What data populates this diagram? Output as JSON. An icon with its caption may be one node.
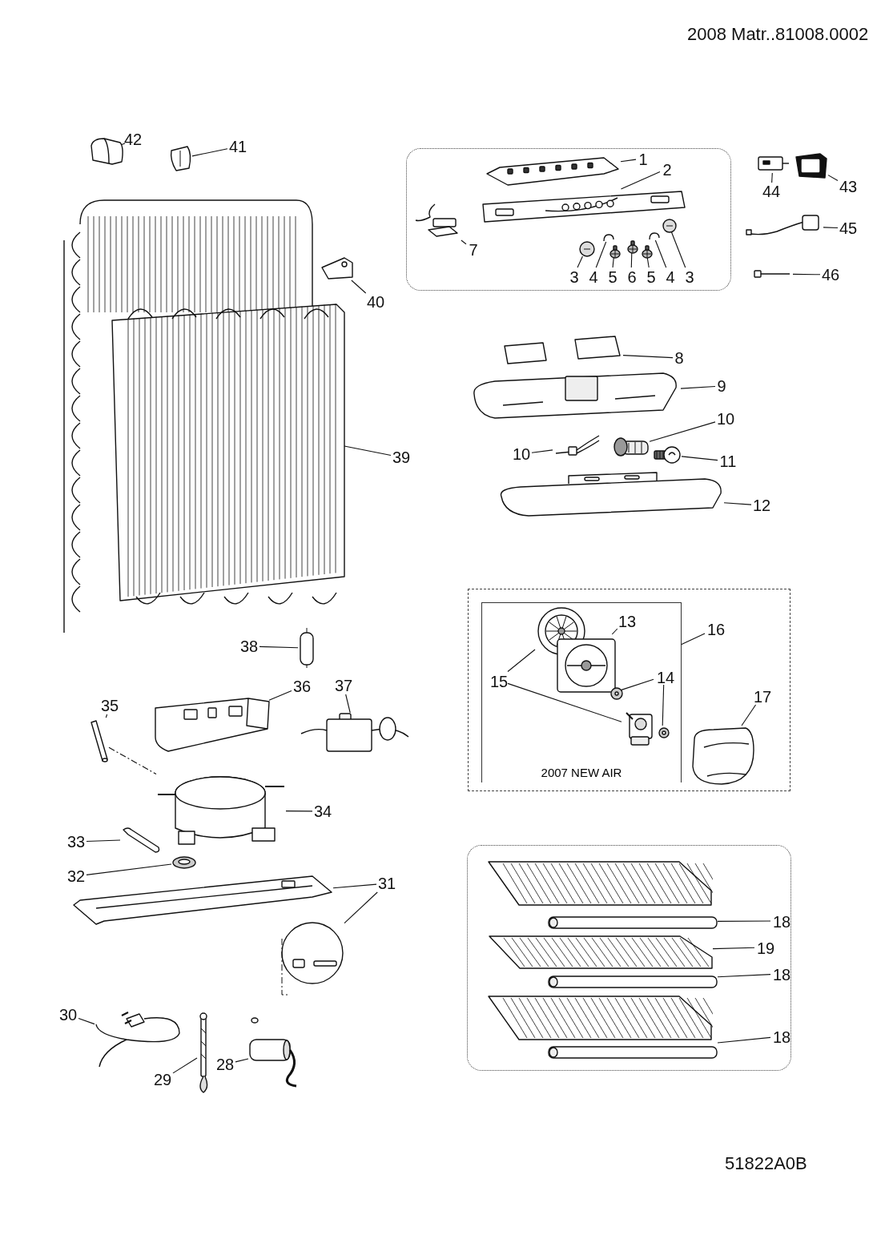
{
  "diagram": {
    "nodes": [
      {
        "text": [
          "42"
        ]
      },
      {
        "text": [],
        "shape": "picture"
      },
      {
        "text": [
          "41"
        ]
      },
      {
        "text": [],
        "shape": "picture"
      },
      {
        "text": [],
        "shape": "box"
      },
      {
        "text": [
          "1"
        ],
        "in": 4
      },
      {
        "text": [],
        "shape": "picture",
        "in": 4
      },
      {
        "text": [
          "2"
        ],
        "in": 4
      },
      {
        "text": [],
        "shape": "picture",
        "in": 4
      },
      {
        "text": [],
        "shape": "picture",
        "in": 4
      },
      {
        "text": [
          "7"
        ],
        "in": 4
      },
      {
        "text": [],
        "shape": "picture",
        "in": 4
      },
      {
        "text": [],
        "shape": "picture",
        "in": 4
      },
      {
        "text": [],
        "shape": "picture",
        "in": 4
      },
      {
        "text": [],
        "shape": "picture",
        "in": 4
      },
      {
        "text": [],
        "shape": "picture",
        "in": 4
      },
      {
        "text": [],
        "shape": "picture",
        "in": 4
      },
      {
        "text": [],
        "shape": "picture",
        "in": 4
      },
      {
        "text": [
          "3"
        ],
        "in": 4
      },
      {
        "text": [
          "4"
        ],
        "in": 4
      },
      {
        "text": [
          "5"
        ],
        "in": 4
      },
      {
        "text": [
          "6"
        ],
        "in": 4
      },
      {
        "text": [
          "5"
        ],
        "in": 4
      },
      {
        "text": [
          "4"
        ],
        "in": 4
      },
      {
        "text": [
          "3"
        ],
        "in": 4
      },
      {
        "text": [],
        "shape": "picture"
      },
      {
        "text": [],
        "shape": "picture"
      },
      {
        "text": [
          "44"
        ]
      },
      {
        "text": [
          "43"
        ]
      },
      {
        "text": [],
        "shape": "picture"
      },
      {
        "text": [
          "45"
        ]
      },
      {
        "text": [],
        "shape": "picture"
      },
      {
        "text": [
          "46"
        ]
      },
      {
        "text": [],
        "shape": "picture"
      },
      {
        "text": [
          "40"
        ]
      },
      {
        "text": [],
        "shape": "picture"
      },
      {
        "text": [
          "39"
        ]
      },
      {
        "text": [],
        "shape": "picture"
      },
      {
        "text": [
          "8"
        ]
      },
      {
        "text": [],
        "shape": "picture"
      },
      {
        "text": [
          "9"
        ]
      },
      {
        "text": [],
        "shape": "picture"
      },
      {
        "text": [
          "10"
        ]
      },
      {
        "text": [],
        "shape": "picture"
      },
      {
        "text": [
          "10"
        ]
      },
      {
        "text": [],
        "shape": "picture"
      },
      {
        "text": [
          "11"
        ]
      },
      {
        "text": [],
        "shape": "picture"
      },
      {
        "text": [
          "12"
        ]
      },
      {
        "text": [
          "38"
        ]
      },
      {
        "text": [],
        "shape": "picture"
      },
      {
        "text": [],
        "shape": "box"
      },
      {
        "text": [
          "2007 NEW AIR"
        ],
        "in": 51
      },
      {
        "text": [
          "16"
        ],
        "in": 51
      },
      {
        "text": [],
        "shape": "picture",
        "in": 52
      },
      {
        "text": [
          "13"
        ],
        "in": 52
      },
      {
        "text": [],
        "shape": "picture",
        "in": 52
      },
      {
        "text": [
          "15"
        ],
        "in": 52
      },
      {
        "text": [
          "14"
        ],
        "in": 52
      },
      {
        "text": [],
        "shape": "picture",
        "in": 52
      },
      {
        "text": [],
        "shape": "picture",
        "in": 52
      },
      {
        "text": [],
        "shape": "picture",
        "in": 52
      },
      {
        "text": [
          "17"
        ],
        "in": 51
      },
      {
        "text": [],
        "shape": "picture",
        "in": 51
      },
      {
        "text": [
          "36"
        ]
      },
      {
        "text": [],
        "shape": "picture"
      },
      {
        "text": [
          "35"
        ]
      },
      {
        "text": [],
        "shape": "picture"
      },
      {
        "text": [
          "37"
        ]
      },
      {
        "text": [],
        "shape": "picture"
      },
      {
        "text": [],
        "shape": "picture"
      },
      {
        "text": [
          "34"
        ]
      },
      {
        "text": [
          "33"
        ]
      },
      {
        "text": [],
        "shape": "picture"
      },
      {
        "text": [
          "32"
        ]
      },
      {
        "text": [],
        "shape": "picture"
      },
      {
        "text": [],
        "shape": "picture"
      },
      {
        "text": [],
        "shape": "circle"
      },
      {
        "text": [
          "31"
        ]
      },
      {
        "text": [],
        "shape": "box"
      },
      {
        "text": [],
        "shape": "picture",
        "in": 79
      },
      {
        "text": [
          "18"
        ],
        "in": 79
      },
      {
        "text": [],
        "shape": "picture",
        "in": 79
      },
      {
        "text": [
          "19"
        ],
        "in": 79
      },
      {
        "text": [],
        "shape": "picture",
        "in": 79
      },
      {
        "text": [
          "18"
        ],
        "in": 79
      },
      {
        "text": [],
        "shape": "picture",
        "in": 79
      },
      {
        "text": [
          "18"
        ],
        "in": 79
      },
      {
        "text": [
          "30"
        ]
      },
      {
        "text": [],
        "shape": "picture"
      },
      {
        "text": [],
        "shape": "picture"
      },
      {
        "text": [
          "29"
        ]
      },
      {
        "text": [],
        "shape": "picture"
      },
      {
        "text": [
          "28"
        ]
      }
    ],
    "edges": [
      {
        "from": 0,
        "to": 1,
        "arrow": "none"
      },
      {
        "from": 2,
        "to": 3,
        "arrow": "none"
      },
      {
        "from": 5,
        "to": 6,
        "arrow": "none"
      },
      {
        "from": 7,
        "to": 8,
        "arrow": "none"
      },
      {
        "from": 10,
        "to": 9,
        "arrow": "none"
      },
      {
        "from": 18,
        "to": 11,
        "arrow": "none"
      },
      {
        "from": 19,
        "to": 12,
        "arrow": "none"
      },
      {
        "from": 20,
        "to": 13,
        "arrow": "none"
      },
      {
        "from": 21,
        "to": 14,
        "arrow": "none"
      },
      {
        "from": 22,
        "to": 15,
        "arrow": "none"
      },
      {
        "from": 23,
        "to": 16,
        "arrow": "none"
      },
      {
        "from": 24,
        "to": 17,
        "arrow": "none"
      },
      {
        "from": 27,
        "to": 25,
        "arrow": "none"
      },
      {
        "from": 28,
        "to": 26,
        "arrow": "none"
      },
      {
        "from": 30,
        "to": 29,
        "arrow": "none"
      },
      {
        "from": 32,
        "to": 31,
        "arrow": "none"
      },
      {
        "from": 34,
        "to": 33,
        "arrow": "none"
      },
      {
        "from": 36,
        "to": 35,
        "arrow": "none"
      },
      {
        "from": 38,
        "to": 37,
        "arrow": "none"
      },
      {
        "from": 40,
        "to": 39,
        "arrow": "none"
      },
      {
        "from": 42,
        "to": 41,
        "arrow": "none"
      },
      {
        "from": 44,
        "to": 43,
        "arrow": "none"
      },
      {
        "from": 46,
        "to": 45,
        "arrow": "none"
      },
      {
        "from": 48,
        "to": 47,
        "arrow": "none"
      },
      {
        "from": 49,
        "to": 50,
        "arrow": "none"
      },
      {
        "from": 53,
        "to": 52,
        "arrow": "none"
      },
      {
        "from": 55,
        "to": 56,
        "arrow": "none"
      },
      {
        "from": 57,
        "to": 54,
        "arrow": "none"
      },
      {
        "from": 57,
        "to": 60,
        "arrow": "none"
      },
      {
        "from": 58,
        "to": 59,
        "arrow": "none"
      },
      {
        "from": 58,
        "to": 61,
        "arrow": "none"
      },
      {
        "from": 62,
        "to": 63,
        "arrow": "none"
      },
      {
        "from": 64,
        "to": 65,
        "arrow": "none"
      },
      {
        "from": 66,
        "to": 67,
        "arrow": "none"
      },
      {
        "from": 68,
        "to": 69,
        "arrow": "none"
      },
      {
        "from": 71,
        "to": 70,
        "arrow": "none"
      },
      {
        "from": 72,
        "to": 73,
        "arrow": "none"
      },
      {
        "from": 74,
        "to": 75,
        "arrow": "none"
      },
      {
        "from": 78,
        "to": 76,
        "arrow": "none"
      },
      {
        "from": 78,
        "to": 77,
        "arrow": "none"
      },
      {
        "from": 81,
        "to": 80,
        "arrow": "none"
      },
      {
        "from": 83,
        "to": 82,
        "arrow": "none"
      },
      {
        "from": 85,
        "to": 84,
        "arrow": "none"
      },
      {
        "from": 87,
        "to": 86,
        "arrow": "none"
      },
      {
        "from": 88,
        "to": 89,
        "arrow": "none"
      },
      {
        "from": 91,
        "to": 90,
        "arrow": "none"
      },
      {
        "from": 93,
        "to": 92,
        "arrow": "none"
      },
      {
        "from": 67,
        "to": 70,
        "arrow": "none",
        "style": "dashed"
      }
    ],
    "labels": [
      "2008 Matr..81008.0002",
      "51822A0B"
    ]
  }
}
